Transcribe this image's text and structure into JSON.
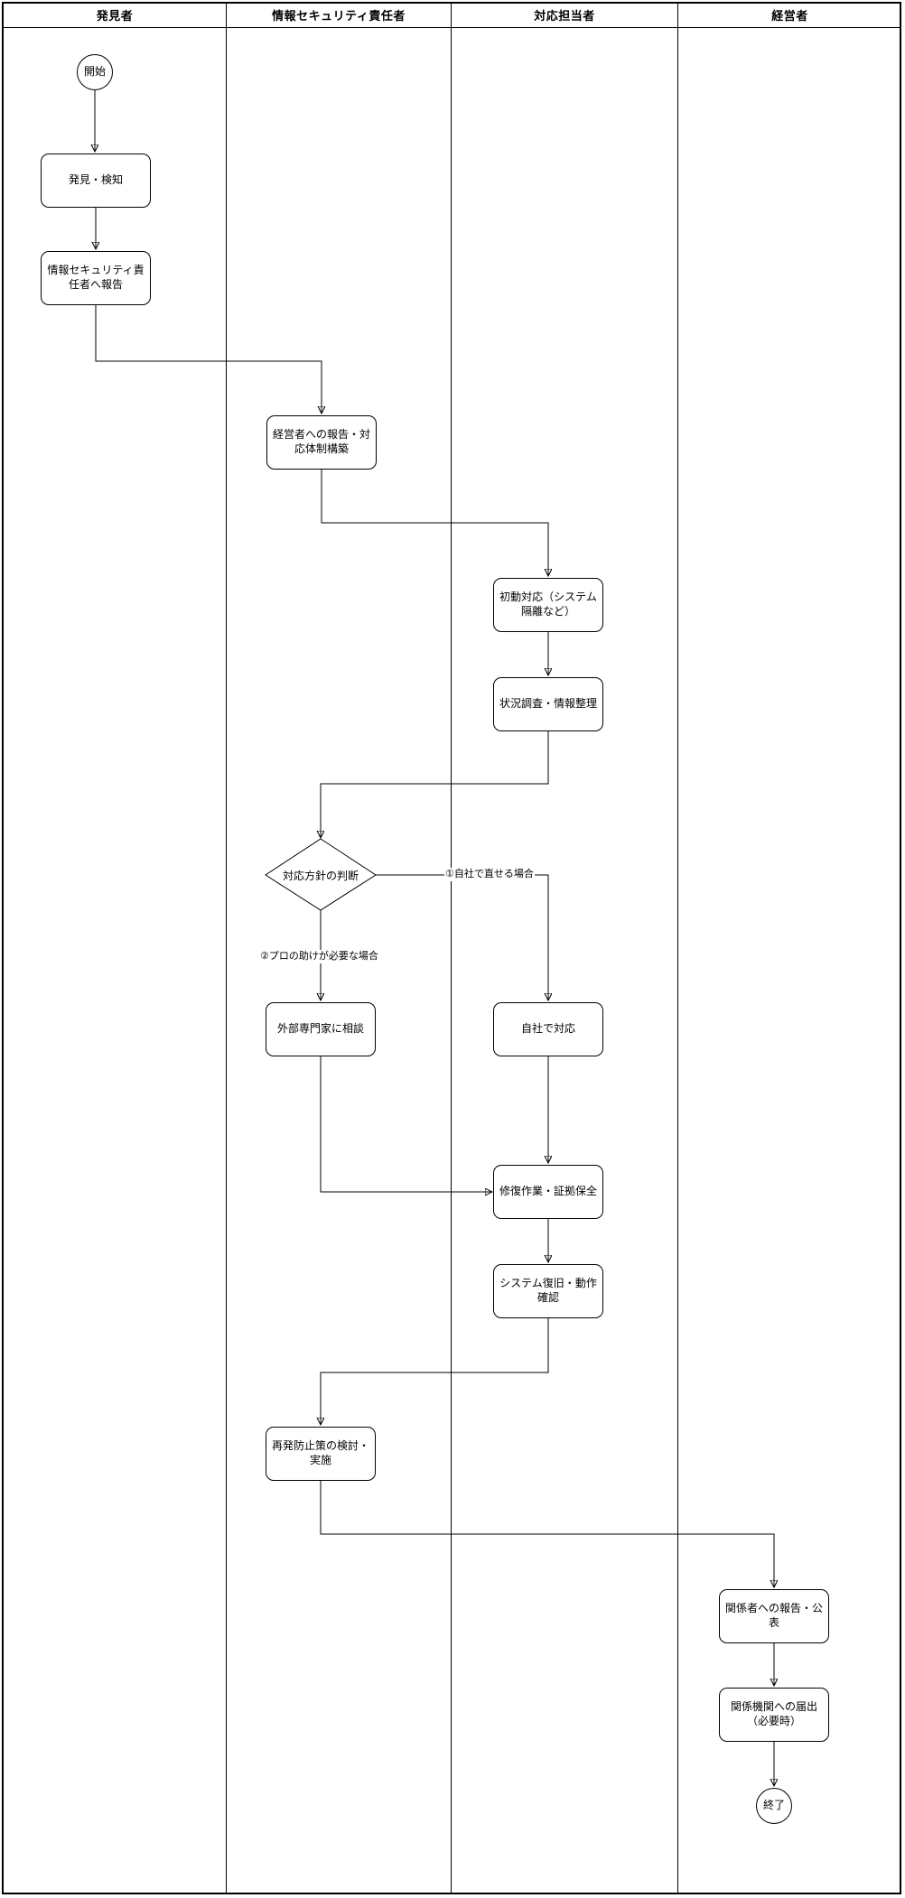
{
  "diagram": {
    "title_hint": "incident-response-swimlane-flowchart",
    "colors": {
      "stroke": "#000000",
      "background": "#ffffff"
    },
    "lanes": [
      {
        "label": "発見者"
      },
      {
        "label": "情報セキュリティ責任者"
      },
      {
        "label": "対応担当者"
      },
      {
        "label": "経営者"
      }
    ],
    "nodes": {
      "start": {
        "label": "開始",
        "type": "circle"
      },
      "detect": {
        "label": "発見・検知",
        "type": "process"
      },
      "report_to_ciso": {
        "label": "情報セキュリティ責任者へ報告",
        "type": "process"
      },
      "report_to_mgmt": {
        "label": "経営者への報告・対応体制構築",
        "type": "process"
      },
      "initial_response": {
        "label": "初動対応（システム隔離など）",
        "type": "process"
      },
      "investigate": {
        "label": "状況調査・情報整理",
        "type": "process"
      },
      "decision": {
        "label": "対応方針の判断",
        "type": "decision"
      },
      "consult_expert": {
        "label": "外部専門家に相談",
        "type": "process"
      },
      "inhouse_response": {
        "label": "自社で対応",
        "type": "process"
      },
      "repair_preserve": {
        "label": "修復作業・証拠保全",
        "type": "process"
      },
      "restore_verify": {
        "label": "システム復旧・動作確認",
        "type": "process"
      },
      "prevention": {
        "label": "再発防止策の検討・実施",
        "type": "process"
      },
      "announce": {
        "label": "関係者への報告・公表",
        "type": "process"
      },
      "notify_authorities": {
        "label": "関係機関への届出（必要時）",
        "type": "process"
      },
      "end": {
        "label": "終了",
        "type": "circle"
      }
    },
    "edge_labels": {
      "case_self_fix": "①自社で直せる場合",
      "case_need_pro": "②プロの助けが必要な場合"
    }
  }
}
